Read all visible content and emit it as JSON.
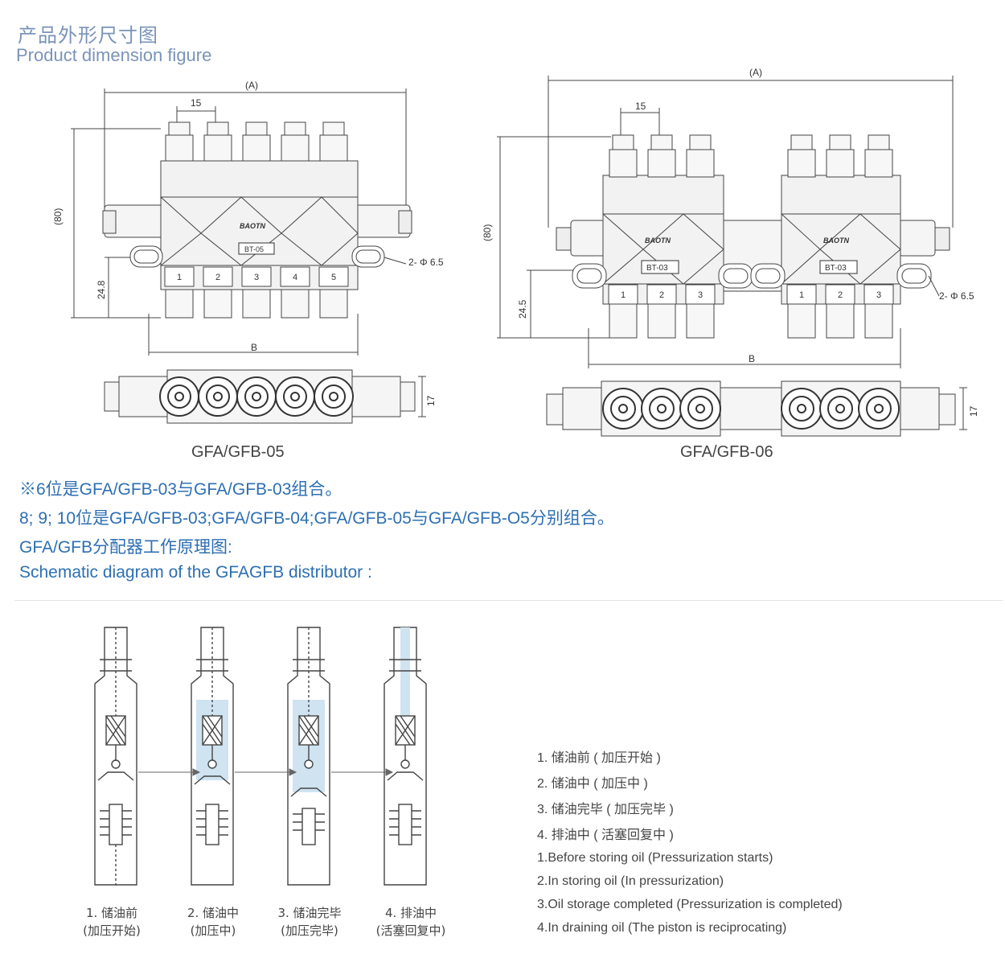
{
  "header": {
    "title_zh": "产品外形尺寸图",
    "title_en": "Product dimension figure"
  },
  "fig_left": {
    "dim_a": "(A)",
    "dim_15": "15",
    "dim_80": "(80)",
    "dim_248": "24.8",
    "dim_b": "B",
    "dim_17": "17",
    "hole": "2- Φ 6.5",
    "brand": "BAOTN",
    "tag": "BT-05",
    "ports": [
      "1",
      "2",
      "3",
      "4",
      "5"
    ],
    "model": "GFA/GFB-05"
  },
  "fig_right": {
    "dim_a": "(A)",
    "dim_15": "15",
    "dim_80": "(80)",
    "dim_245": "24.5",
    "dim_b": "B",
    "dim_17": "17",
    "hole": "2- Φ 6.5",
    "brand": "BAOTN",
    "tag": "BT-03",
    "ports": [
      "1",
      "2",
      "3"
    ],
    "model": "GFA/GFB-06"
  },
  "notes": {
    "line1": "※6位是GFA/GFB-03与GFA/GFB-03组合。",
    "line2": "8; 9; 10位是GFA/GFB-03;GFA/GFB-04;GFA/GFB-05与GFA/GFB-O5分别组合。",
    "line3": "GFA/GFB分配器工作原理图:",
    "line4": "Schematic diagram of the GFAGFB distributor :"
  },
  "stages": [
    {
      "zh": "1. 储油前",
      "sub": "(加压开始)"
    },
    {
      "zh": "2. 储油中",
      "sub": "(加压中)"
    },
    {
      "zh": "3. 储油完毕",
      "sub": "(加压完毕)"
    },
    {
      "zh": "4. 排油中",
      "sub": "(活塞回复中)"
    }
  ],
  "legend": {
    "zh": [
      "1. 储油前 ( 加压开始 )",
      "2. 储油中 ( 加压中 )",
      "3. 储油完毕 ( 加压完毕 )",
      "4. 排油中 ( 活塞回复中 )"
    ],
    "en": [
      "1.Before storing oil (Pressurization starts)",
      "2.In storing oil (In pressurization)",
      "3.Oil storage completed (Pressurization is completed)",
      "4.In draining oil (The piston is reciprocating)"
    ]
  },
  "colors": {
    "blue_text": "#2d6fb3",
    "title_gray_blue": "#7a93b8",
    "oil_fill": "#cfe3f1"
  }
}
